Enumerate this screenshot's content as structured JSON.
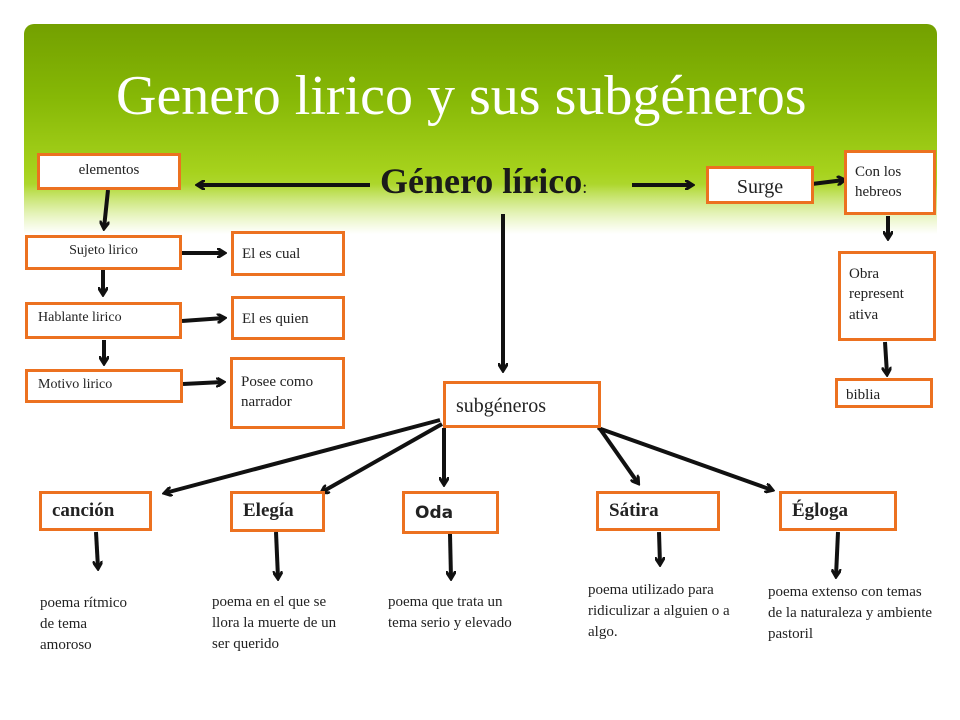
{
  "title": "Genero lirico y sus subgéneros",
  "main_node": {
    "label": "Género lírico",
    "suffix": ":"
  },
  "nodes": {
    "elementos": "elementos",
    "sujeto": "Sujeto lirico",
    "hablante": "Hablante lirico",
    "motivo": "Motivo lirico",
    "el_es_cual": "El es cual",
    "el_es_quien": "El es quien",
    "posee": "Posee como narrador",
    "surge": "Surge",
    "con_los_hebreos": "Con los hebreos",
    "obra": "Obra represent ativa",
    "biblia": "biblia",
    "subgeneros": "subgéneros"
  },
  "subgenres": [
    {
      "label": "canción",
      "description": "poema rítmico de tema amoroso"
    },
    {
      "label": "Elegía",
      "description": "poema en el que se llora la muerte de un ser querido"
    },
    {
      "label": "Oda",
      "description": "poema que trata un tema serio y elevado"
    },
    {
      "label": "Sátira",
      "description": "poema utilizado para ridiculizar a alguien o a algo."
    },
    {
      "label": "Égloga",
      "description": "poema extenso con temas de la naturaleza y ambiente pastoril"
    }
  ],
  "colors": {
    "header_green": "#86b806",
    "box_border": "#ec7120",
    "arrow": "#111111",
    "title": "#ffffff"
  }
}
